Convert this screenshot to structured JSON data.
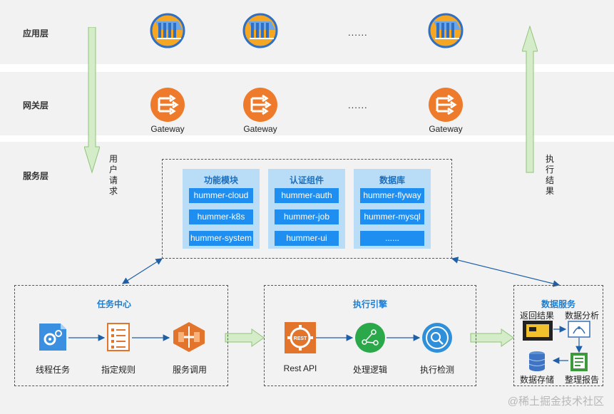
{
  "layers": {
    "app": "应用层",
    "gateway": "网关层",
    "service": "服务层"
  },
  "gateway_label": "Gateway",
  "ellipsis": "......",
  "request_label": [
    "用",
    "户",
    "请",
    "求"
  ],
  "result_label": [
    "执",
    "行",
    "结",
    "果"
  ],
  "modules": [
    {
      "title": "功能模块",
      "items": [
        "hummer-cloud",
        "hummer-k8s",
        "hummer-system"
      ]
    },
    {
      "title": "认证组件",
      "items": [
        "hummer-auth",
        "hummer-job",
        "hummer-ui"
      ]
    },
    {
      "title": "数据库",
      "items": [
        "hummer-flyway",
        "hummer-mysql",
        "......"
      ]
    }
  ],
  "task_center": {
    "title": "任务中心",
    "items": [
      "线程任务",
      "指定规则",
      "服务调用"
    ]
  },
  "engine": {
    "title": "执行引擎",
    "items": [
      "Rest API",
      "处理逻辑",
      "执行检测"
    ],
    "rest_badge": "REST"
  },
  "data_service": {
    "title": "数据服务",
    "items": [
      "返回结果",
      "数据分析",
      "数据存储",
      "整理报告"
    ]
  },
  "watermark": "@稀土掘金技术社区",
  "colors": {
    "band": "#f2f2f2",
    "gateway_orange": "#ee7b2b",
    "chip_blue": "#1e8ef0",
    "column_blue": "#b9dcf7",
    "arrow_green": "#d5ecc8",
    "title_blue": "#1a7fd6"
  }
}
